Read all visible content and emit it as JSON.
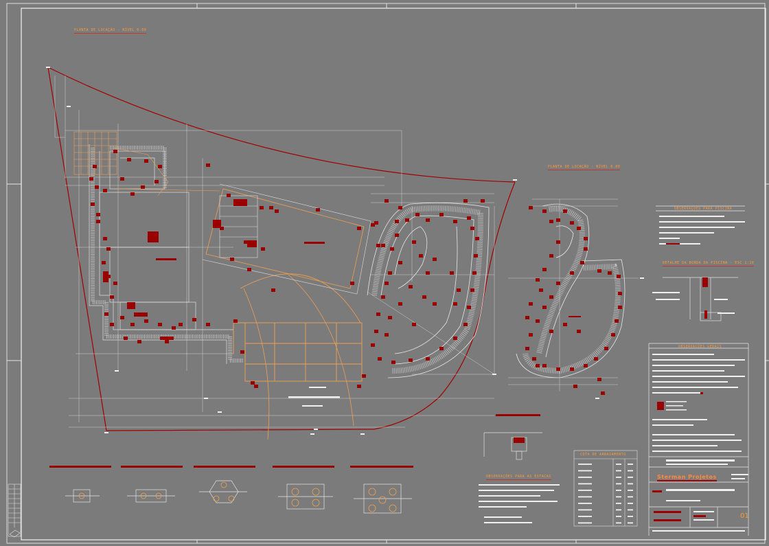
{
  "sheet": {
    "company": "Sterman Projetos",
    "sheet_number": "01",
    "colors": {
      "background": "#7b7b7b",
      "line": "#d8d8d8",
      "red": "#9b0000",
      "orange": "#f0a050",
      "hatch": "#a9a9a9"
    }
  },
  "labels": {
    "plan_title": "PLANTA DE LOCAÇÃO - NÍVEL 0.00",
    "plan_title_2": "PLANTA DE LOCAÇÃO - NÍVEL 0.00",
    "notes_title": "OBSERVAÇÕES PARA PISCINA",
    "detail_title": "DETALHE DA BORDA DA PISCINA - ESC 1:10",
    "general_title": "OBSERVAÇÕES GERAIS",
    "piles_notes_title": "OBSERVAÇÕES PARA AS ESTACAS",
    "table_title": "COTA DE ARRASAMENTO"
  }
}
